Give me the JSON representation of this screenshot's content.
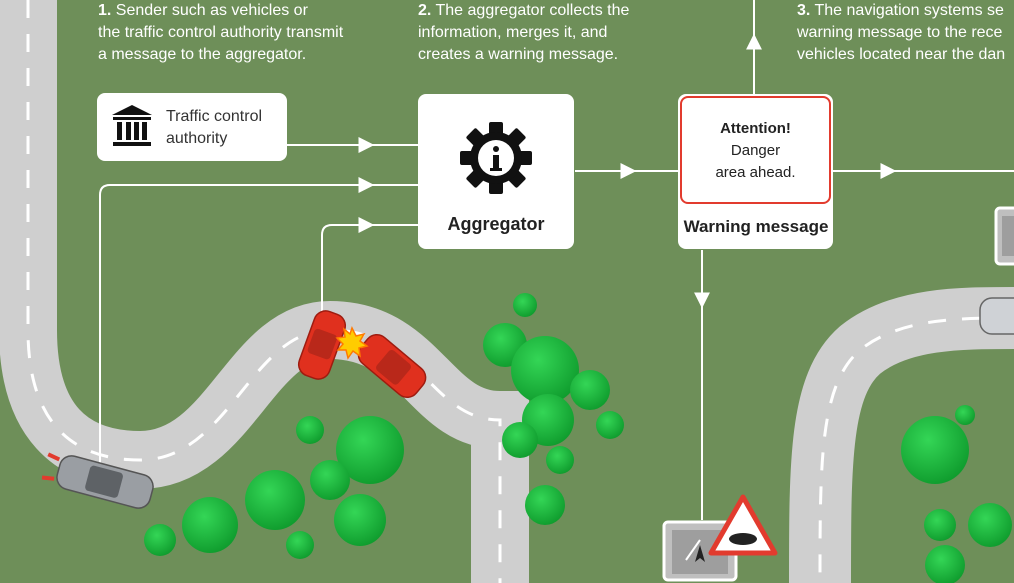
{
  "steps": [
    {
      "num": "1.",
      "lines": [
        "Sender such as vehicles or",
        "the traffic control authority transmit",
        "a message to the aggregator."
      ]
    },
    {
      "num": "2.",
      "lines": [
        "The aggregator collects the",
        "information, merges it, and",
        "creates a warning message."
      ]
    },
    {
      "num": "3.",
      "lines": [
        "The navigation systems se",
        "warning message to the rece",
        "vehicles located near the dan"
      ]
    }
  ],
  "traffic_authority": {
    "label_line1": "Traffic control",
    "label_line2": "authority",
    "icon": "bank-building-icon"
  },
  "aggregator": {
    "label": "Aggregator",
    "icon": "gear-info-icon"
  },
  "warning": {
    "title": "Attention!",
    "line1": "Danger",
    "line2": "area ahead.",
    "caption": "Warning message"
  },
  "colors": {
    "grass": "#6e8f59",
    "road": "#cfcfcf",
    "accent_red": "#e23b2e",
    "car_red": "#e0301e",
    "tree": "#1db33f",
    "flow": "#ffffff"
  }
}
